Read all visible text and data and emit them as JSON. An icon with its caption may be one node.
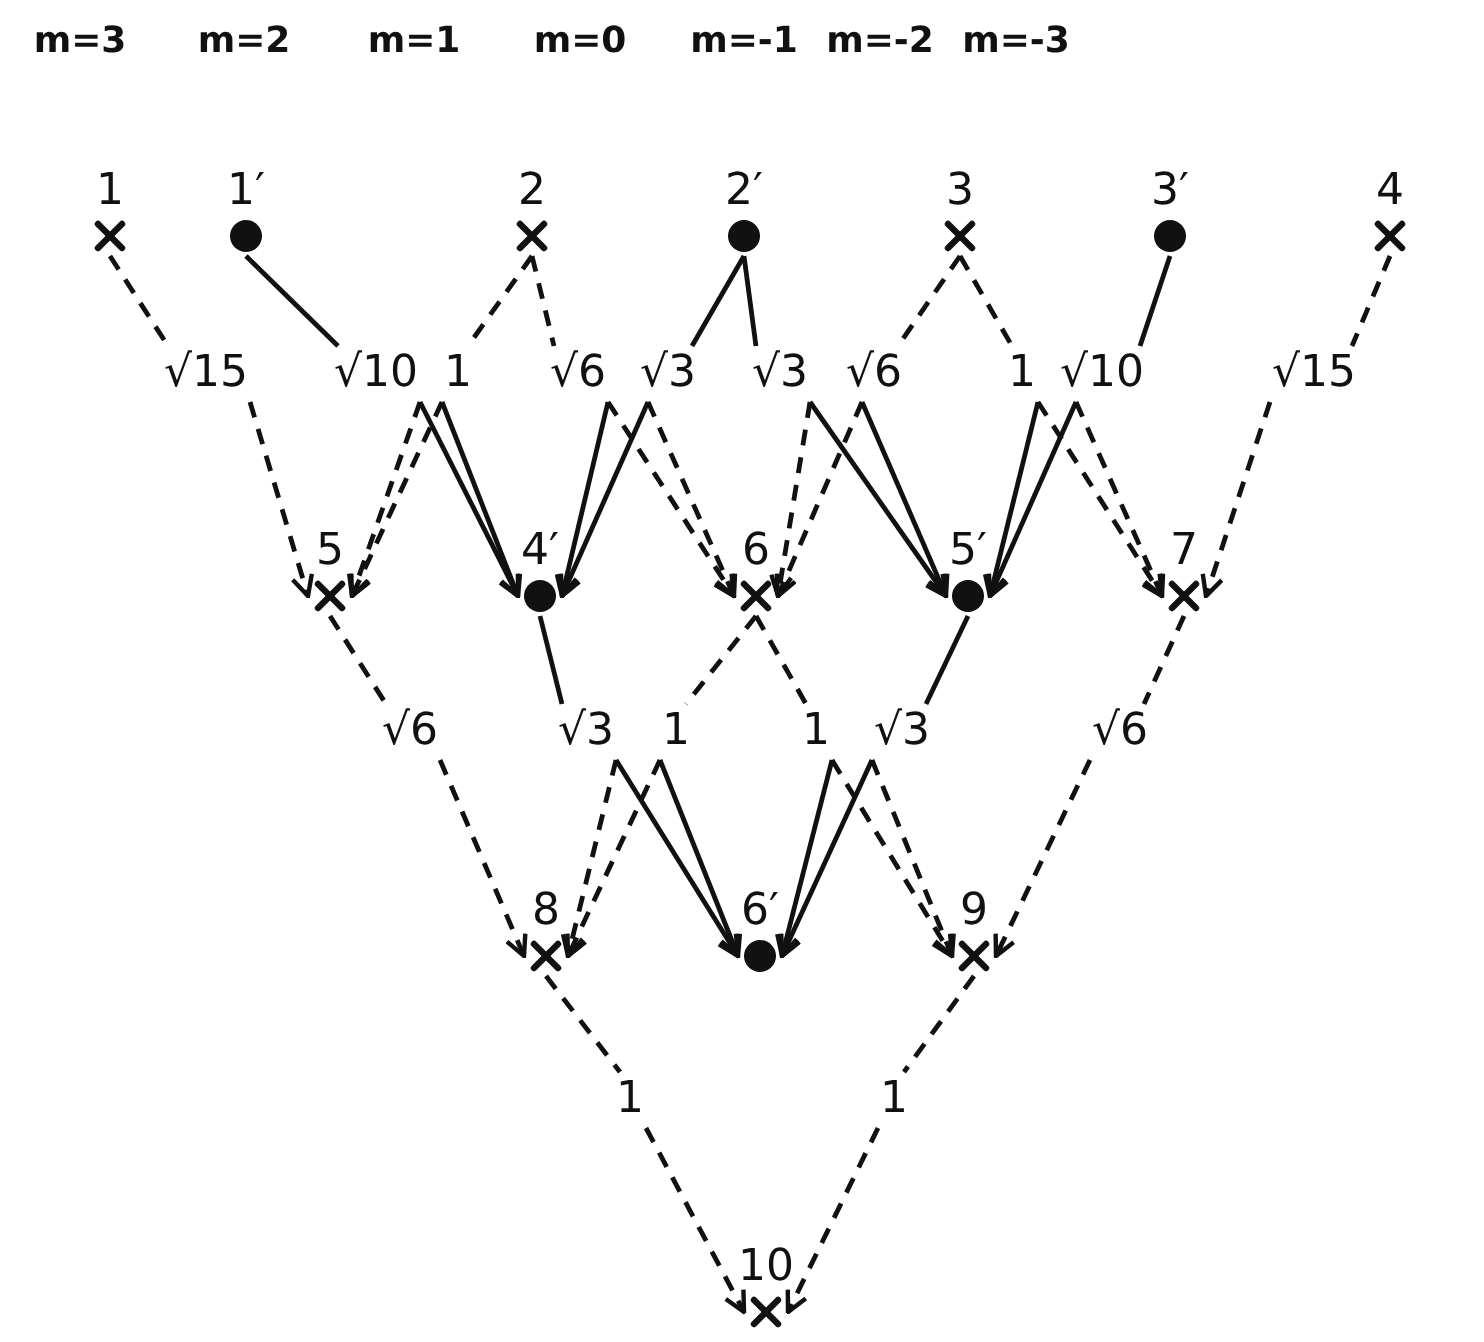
{
  "diagram": {
    "nodes": [
      {
        "text": [],
        "shape": "cross",
        "beside": [
          "1"
        ]
      },
      {
        "text": [],
        "shape": "circle",
        "beside": [
          "1′"
        ]
      },
      {
        "text": [],
        "shape": "cross",
        "beside": [
          "2"
        ]
      },
      {
        "text": [],
        "shape": "circle",
        "beside": [
          "2′"
        ]
      },
      {
        "text": [],
        "shape": "cross",
        "beside": [
          "3"
        ]
      },
      {
        "text": [],
        "shape": "circle",
        "beside": [
          "3′"
        ]
      },
      {
        "text": [],
        "shape": "cross",
        "beside": [
          "4"
        ]
      },
      {
        "text": [
          "√15"
        ]
      },
      {
        "text": [
          "√10"
        ]
      },
      {
        "text": [
          "1"
        ]
      },
      {
        "text": [
          "√6"
        ]
      },
      {
        "text": [
          "√3"
        ]
      },
      {
        "text": [
          "√3"
        ]
      },
      {
        "text": [
          "√6"
        ]
      },
      {
        "text": [
          "1"
        ]
      },
      {
        "text": [
          "√10"
        ]
      },
      {
        "text": [
          "√15"
        ]
      },
      {
        "text": [],
        "shape": "cross",
        "beside": [
          "5"
        ]
      },
      {
        "text": [],
        "shape": "circle",
        "beside": [
          "4′"
        ]
      },
      {
        "text": [],
        "shape": "cross",
        "beside": [
          "6"
        ]
      },
      {
        "text": [],
        "shape": "circle",
        "beside": [
          "5′"
        ]
      },
      {
        "text": [],
        "shape": "cross",
        "beside": [
          "7"
        ]
      },
      {
        "text": [
          "√6"
        ]
      },
      {
        "text": [
          "√3"
        ]
      },
      {
        "text": [
          "1"
        ]
      },
      {
        "text": [
          "1"
        ]
      },
      {
        "text": [
          "√3"
        ]
      },
      {
        "text": [
          "√6"
        ]
      },
      {
        "text": [],
        "shape": "cross",
        "beside": [
          "8"
        ]
      },
      {
        "text": [],
        "shape": "circle",
        "beside": [
          "6′"
        ]
      },
      {
        "text": [],
        "shape": "cross",
        "beside": [
          "9"
        ]
      },
      {
        "text": [
          "1"
        ]
      },
      {
        "text": [
          "1"
        ]
      },
      {
        "text": [],
        "shape": "cross",
        "beside": [
          "10"
        ]
      }
    ],
    "edges": [
      {
        "from": 0,
        "to": 7,
        "arrow": "none",
        "style": "dashed"
      },
      {
        "from": 1,
        "to": 8,
        "arrow": "none"
      },
      {
        "from": 2,
        "to": 9,
        "arrow": "none",
        "style": "dashed"
      },
      {
        "from": 2,
        "to": 10,
        "arrow": "none",
        "style": "dashed"
      },
      {
        "from": 3,
        "to": 11,
        "arrow": "none"
      },
      {
        "from": 3,
        "to": 12,
        "arrow": "none"
      },
      {
        "from": 4,
        "to": 13,
        "arrow": "none",
        "style": "dashed"
      },
      {
        "from": 4,
        "to": 14,
        "arrow": "none",
        "style": "dashed"
      },
      {
        "from": 5,
        "to": 15,
        "arrow": "none"
      },
      {
        "from": 6,
        "to": 16,
        "arrow": "none",
        "style": "dashed"
      },
      {
        "from": 7,
        "to": 17,
        "arrow": "to",
        "style": "dashed"
      },
      {
        "from": 8,
        "to": 17,
        "arrow": "to",
        "style": "dashed"
      },
      {
        "from": 9,
        "to": 17,
        "arrow": "to",
        "style": "dashed"
      },
      {
        "from": 8,
        "to": 18,
        "arrow": "to"
      },
      {
        "from": 9,
        "to": 18,
        "arrow": "to"
      },
      {
        "from": 10,
        "to": 18,
        "arrow": "to"
      },
      {
        "from": 11,
        "to": 18,
        "arrow": "to"
      },
      {
        "from": 10,
        "to": 19,
        "arrow": "to",
        "style": "dashed"
      },
      {
        "from": 11,
        "to": 19,
        "arrow": "to",
        "style": "dashed"
      },
      {
        "from": 12,
        "to": 19,
        "arrow": "to",
        "style": "dashed"
      },
      {
        "from": 13,
        "to": 19,
        "arrow": "to",
        "style": "dashed"
      },
      {
        "from": 12,
        "to": 20,
        "arrow": "to"
      },
      {
        "from": 13,
        "to": 20,
        "arrow": "to"
      },
      {
        "from": 14,
        "to": 20,
        "arrow": "to"
      },
      {
        "from": 15,
        "to": 20,
        "arrow": "to"
      },
      {
        "from": 14,
        "to": 21,
        "arrow": "to",
        "style": "dashed"
      },
      {
        "from": 15,
        "to": 21,
        "arrow": "to",
        "style": "dashed"
      },
      {
        "from": 16,
        "to": 21,
        "arrow": "to",
        "style": "dashed"
      },
      {
        "from": 17,
        "to": 22,
        "arrow": "none",
        "style": "dashed"
      },
      {
        "from": 18,
        "to": 23,
        "arrow": "none"
      },
      {
        "from": 19,
        "to": 24,
        "arrow": "none",
        "style": "dashed"
      },
      {
        "from": 19,
        "to": 25,
        "arrow": "none",
        "style": "dashed"
      },
      {
        "from": 20,
        "to": 26,
        "arrow": "none"
      },
      {
        "from": 21,
        "to": 27,
        "arrow": "none",
        "style": "dashed"
      },
      {
        "from": 22,
        "to": 28,
        "arrow": "to",
        "style": "dashed"
      },
      {
        "from": 23,
        "to": 28,
        "arrow": "to",
        "style": "dashed"
      },
      {
        "from": 24,
        "to": 28,
        "arrow": "to",
        "style": "dashed"
      },
      {
        "from": 23,
        "to": 29,
        "arrow": "to"
      },
      {
        "from": 24,
        "to": 29,
        "arrow": "to"
      },
      {
        "from": 25,
        "to": 29,
        "arrow": "to"
      },
      {
        "from": 26,
        "to": 29,
        "arrow": "to"
      },
      {
        "from": 25,
        "to": 30,
        "arrow": "to",
        "style": "dashed"
      },
      {
        "from": 26,
        "to": 30,
        "arrow": "to",
        "style": "dashed"
      },
      {
        "from": 27,
        "to": 30,
        "arrow": "to",
        "style": "dashed"
      },
      {
        "from": 28,
        "to": 31,
        "arrow": "none",
        "style": "dashed"
      },
      {
        "from": 30,
        "to": 32,
        "arrow": "none",
        "style": "dashed"
      },
      {
        "from": 31,
        "to": 33,
        "arrow": "to",
        "style": "dashed"
      },
      {
        "from": 32,
        "to": 33,
        "arrow": "to",
        "style": "dashed"
      }
    ],
    "labels": [
      "m=3",
      "m=2",
      "m=1",
      "m=0",
      "m=-1",
      "m=-2",
      "m=-3"
    ]
  }
}
